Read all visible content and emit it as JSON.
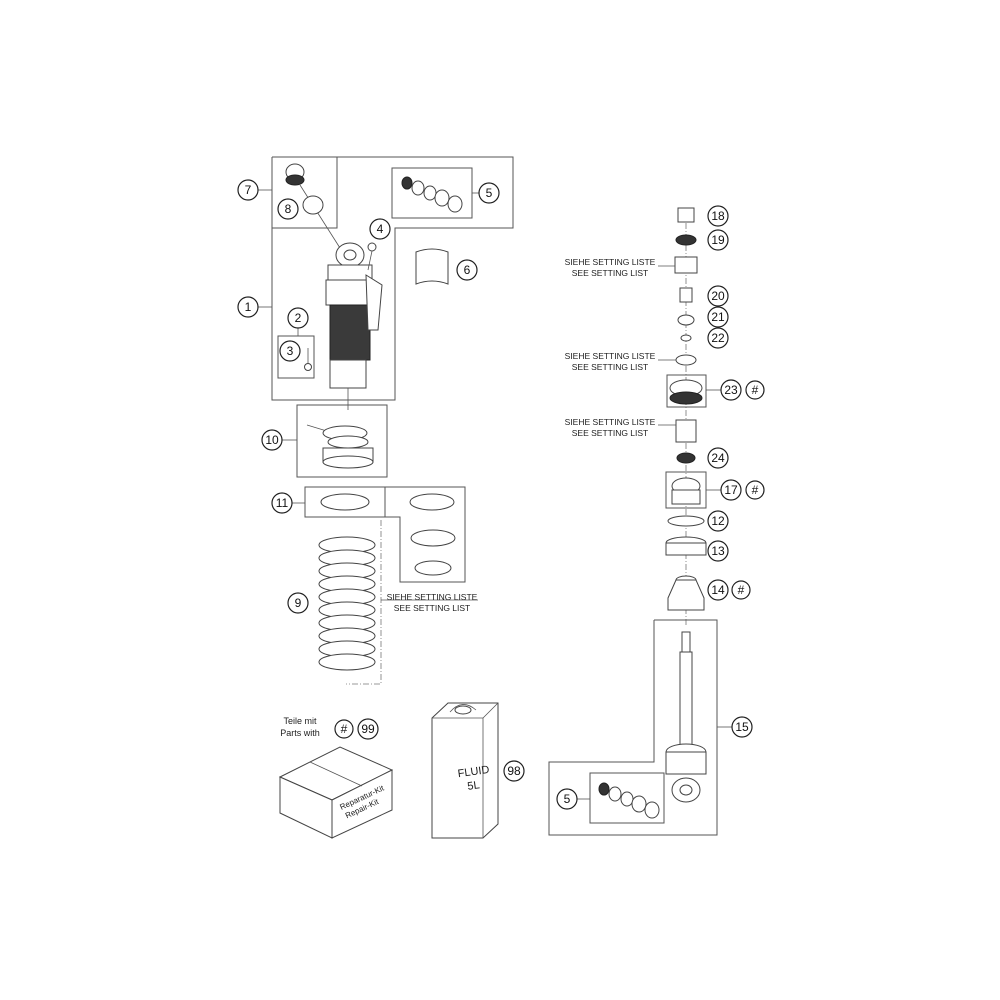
{
  "callouts": {
    "c1": "1",
    "c2": "2",
    "c3": "3",
    "c4": "4",
    "c5": "5",
    "c5b": "5",
    "c6": "6",
    "c7": "7",
    "c8": "8",
    "c9": "9",
    "c10": "10",
    "c11": "11",
    "c12": "12",
    "c13": "13",
    "c14": "14",
    "c15": "15",
    "c17": "17",
    "c18": "18",
    "c19": "19",
    "c20": "20",
    "c21": "21",
    "c22": "22",
    "c23": "23",
    "c24": "24",
    "c98": "98",
    "c99": "99",
    "hash": "#"
  },
  "notes": {
    "siehe": "SIEHE SETTING LISTE",
    "see": "SEE SETTING LIST",
    "teile_mit": "Teile mit",
    "parts_with": "Parts with"
  },
  "box_label": {
    "line1": "Reparatur-Kit",
    "line2": "Repair-Kit"
  },
  "can_label": {
    "line1": "FLUID",
    "line2": "5L"
  }
}
